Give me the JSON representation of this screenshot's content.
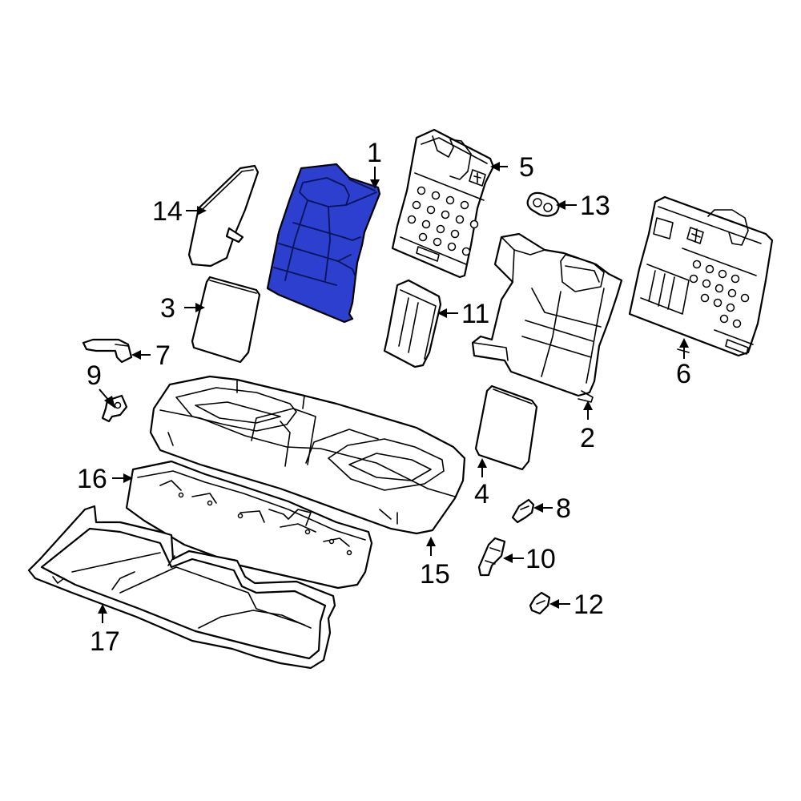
{
  "callouts": [
    {
      "id": "1",
      "label": "1"
    },
    {
      "id": "2",
      "label": "2"
    },
    {
      "id": "3",
      "label": "3"
    },
    {
      "id": "4",
      "label": "4"
    },
    {
      "id": "5",
      "label": "5"
    },
    {
      "id": "6",
      "label": "6"
    },
    {
      "id": "7",
      "label": "7"
    },
    {
      "id": "8",
      "label": "8"
    },
    {
      "id": "9",
      "label": "9"
    },
    {
      "id": "10",
      "label": "10"
    },
    {
      "id": "11",
      "label": "11"
    },
    {
      "id": "12",
      "label": "12"
    },
    {
      "id": "13",
      "label": "13"
    },
    {
      "id": "14",
      "label": "14"
    },
    {
      "id": "15",
      "label": "15"
    },
    {
      "id": "16",
      "label": "16"
    },
    {
      "id": "17",
      "label": "17"
    }
  ],
  "highlight_color": "#2c3fcf",
  "highlighted_part": "1"
}
